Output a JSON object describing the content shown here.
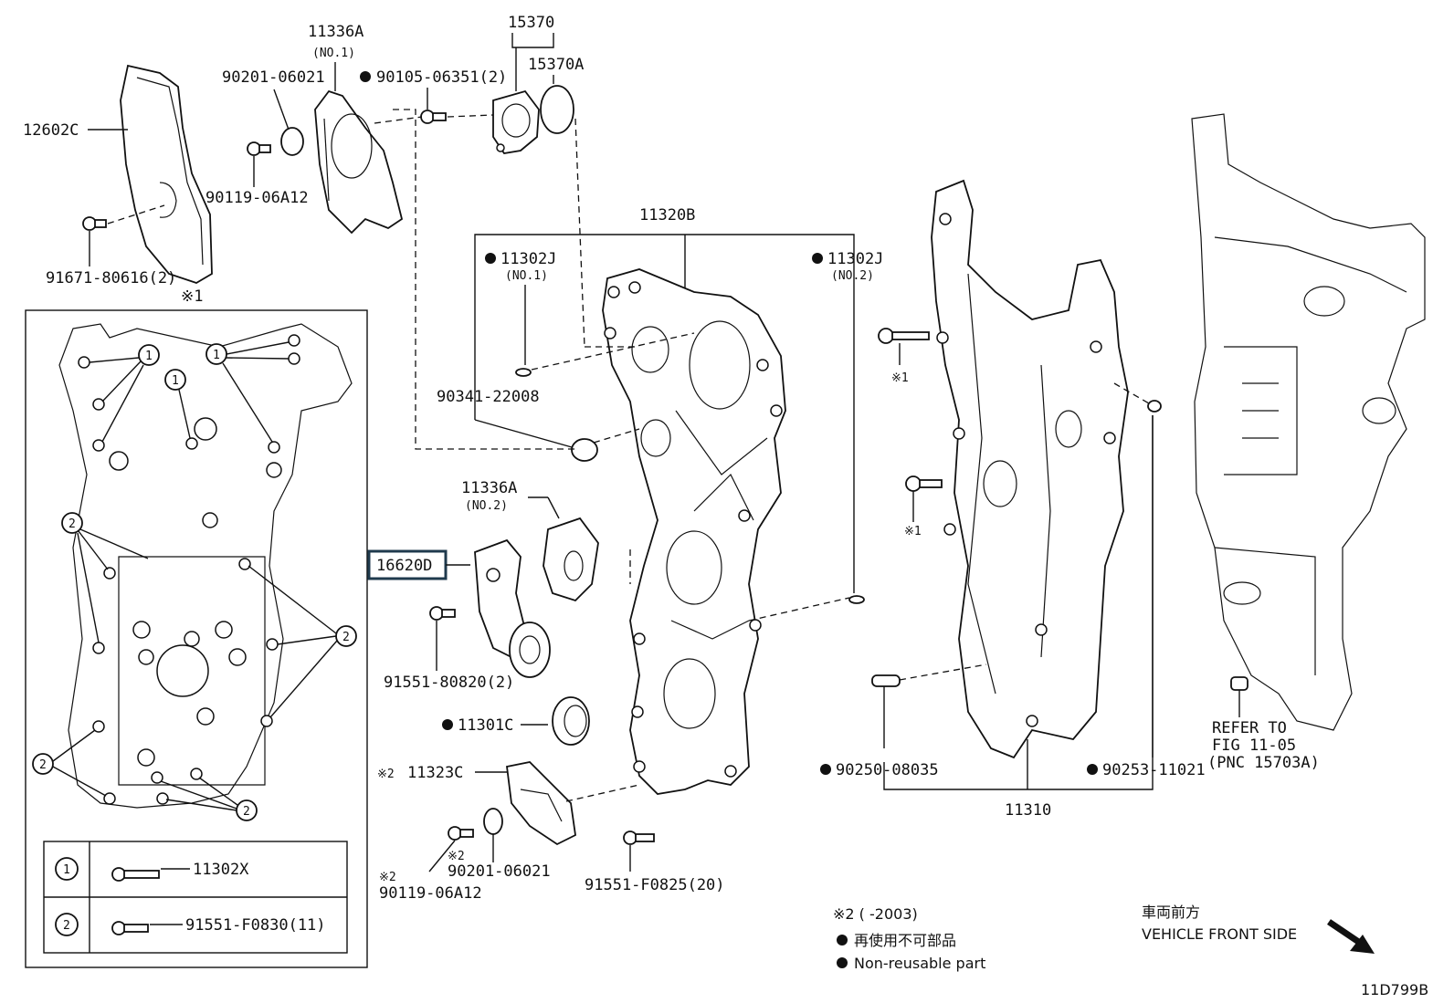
{
  "labels": {
    "p12602C": "12602C",
    "p11336A_1": "11336A",
    "p11336A_1_sub": "(NO.1)",
    "p90201_06021_a": "90201-06021",
    "p90105_06351": "90105-06351(2)",
    "p15370": "15370",
    "p15370A": "15370A",
    "p90119_06A12_a": "90119-06A12",
    "p91671_80616": "91671-80616(2)",
    "mark1_top": "※1",
    "p11320B": "11320B",
    "p11302J_1": "11302J",
    "p11302J_1_sub": "(NO.1)",
    "p11302J_2": "11302J",
    "p11302J_2_sub": "(NO.2)",
    "p90341_22008": "90341-22008",
    "p11336A_2": "11336A",
    "p11336A_2_sub": "(NO.2)",
    "p16620D": "16620D",
    "p91551_80820": "91551-80820(2)",
    "p11301C": "11301C",
    "mark2_11323C": "※2",
    "p11323C": "11323C",
    "mark2_90201": "※2",
    "p90201_06021_b": "90201-06021",
    "mark2_90119": "※2",
    "p90119_06A12_b": "90119-06A12",
    "p91551_F0825": "91551-F0825(20)",
    "mark1_bolt_a": "※1",
    "mark1_bolt_b": "※1",
    "p90250_08035": "90250-08035",
    "p90253_11021": "90253-11021",
    "p11310": "11310",
    "refer_1": "REFER TO",
    "refer_2": "FIG 11-05",
    "refer_3": "(PNC 15703A)",
    "inset_circle_1": "1",
    "inset_circle_2": "2",
    "table_row1_num": "1",
    "table_row1_part": "11302X",
    "table_row2_num": "2",
    "table_row2_part": "91551-F0830(11)"
  },
  "legend": {
    "note_range": "※2 (      -2003)",
    "non_reusable_jp": "再使用不可部品",
    "non_reusable_en": "Non-reusable part",
    "front_jp": "車両前方",
    "front_en": "VEHICLE FRONT SIDE",
    "figure_code": "11D799B"
  },
  "colors": {
    "line": "#111111",
    "highlight_box": "#1f3a4d",
    "background": "#ffffff"
  }
}
